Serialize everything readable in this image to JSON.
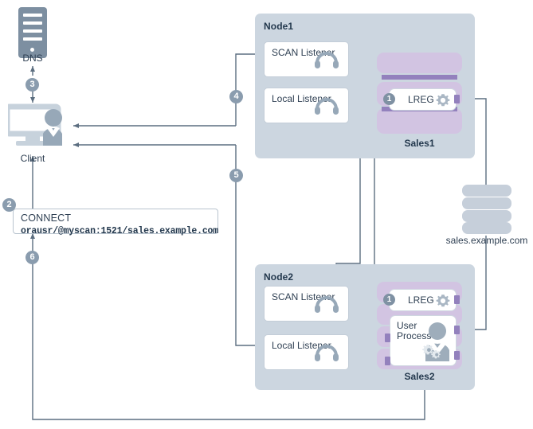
{
  "diagram": {
    "title": "Oracle RAC SCAN client connection flow",
    "colors": {
      "node_panel": "#ccd6e0",
      "sales_body": "#d2c4e2",
      "sales_band": "#9381bd",
      "badge": "#8a9cae",
      "wire": "#5c6e80",
      "icon_grey": "#8a9cae",
      "text": "#2e3f52"
    }
  },
  "dns": {
    "label": "DNS",
    "icon": "server-tower-icon"
  },
  "client": {
    "label": "Client",
    "icon": "client-workstation-icon"
  },
  "connect": {
    "command": "CONNECT",
    "connect_string": "orausr/@myscan:1521/sales.example.com"
  },
  "storage": {
    "label": "sales.example.com",
    "icon": "database-stack-icon"
  },
  "badges": [
    {
      "id": "badge-1-node1",
      "number": "1"
    },
    {
      "id": "badge-1-node2",
      "number": "1"
    },
    {
      "id": "badge-2",
      "number": "2"
    },
    {
      "id": "badge-3",
      "number": "3"
    },
    {
      "id": "badge-4",
      "number": "4"
    },
    {
      "id": "badge-5",
      "number": "5"
    },
    {
      "id": "badge-6",
      "number": "6"
    }
  ],
  "nodes": [
    {
      "id": "node1",
      "title": "Node1",
      "listeners": [
        {
          "id": "node1-scan-listener",
          "label": "SCAN Listener",
          "icon": "headphones-icon"
        },
        {
          "id": "node1-local-listener",
          "label": "Local Listener",
          "icon": "headphones-icon"
        }
      ],
      "database": {
        "id": "sales1",
        "label": "Sales1",
        "processes": [
          {
            "id": "node1-lreg",
            "label": "LREG",
            "icon": "gear-icon",
            "badge": "1"
          }
        ]
      }
    },
    {
      "id": "node2",
      "title": "Node2",
      "listeners": [
        {
          "id": "node2-scan-listener",
          "label": "SCAN Listener",
          "icon": "headphones-icon"
        },
        {
          "id": "node2-local-listener",
          "label": "Local Listener",
          "icon": "headphones-icon"
        }
      ],
      "database": {
        "id": "sales2",
        "label": "Sales2",
        "processes": [
          {
            "id": "node2-lreg",
            "label": "LREG",
            "icon": "gear-icon",
            "badge": "1"
          },
          {
            "id": "node2-user-process",
            "label": "User\nProcess",
            "icon": "user-gears-icon"
          }
        ]
      }
    }
  ]
}
